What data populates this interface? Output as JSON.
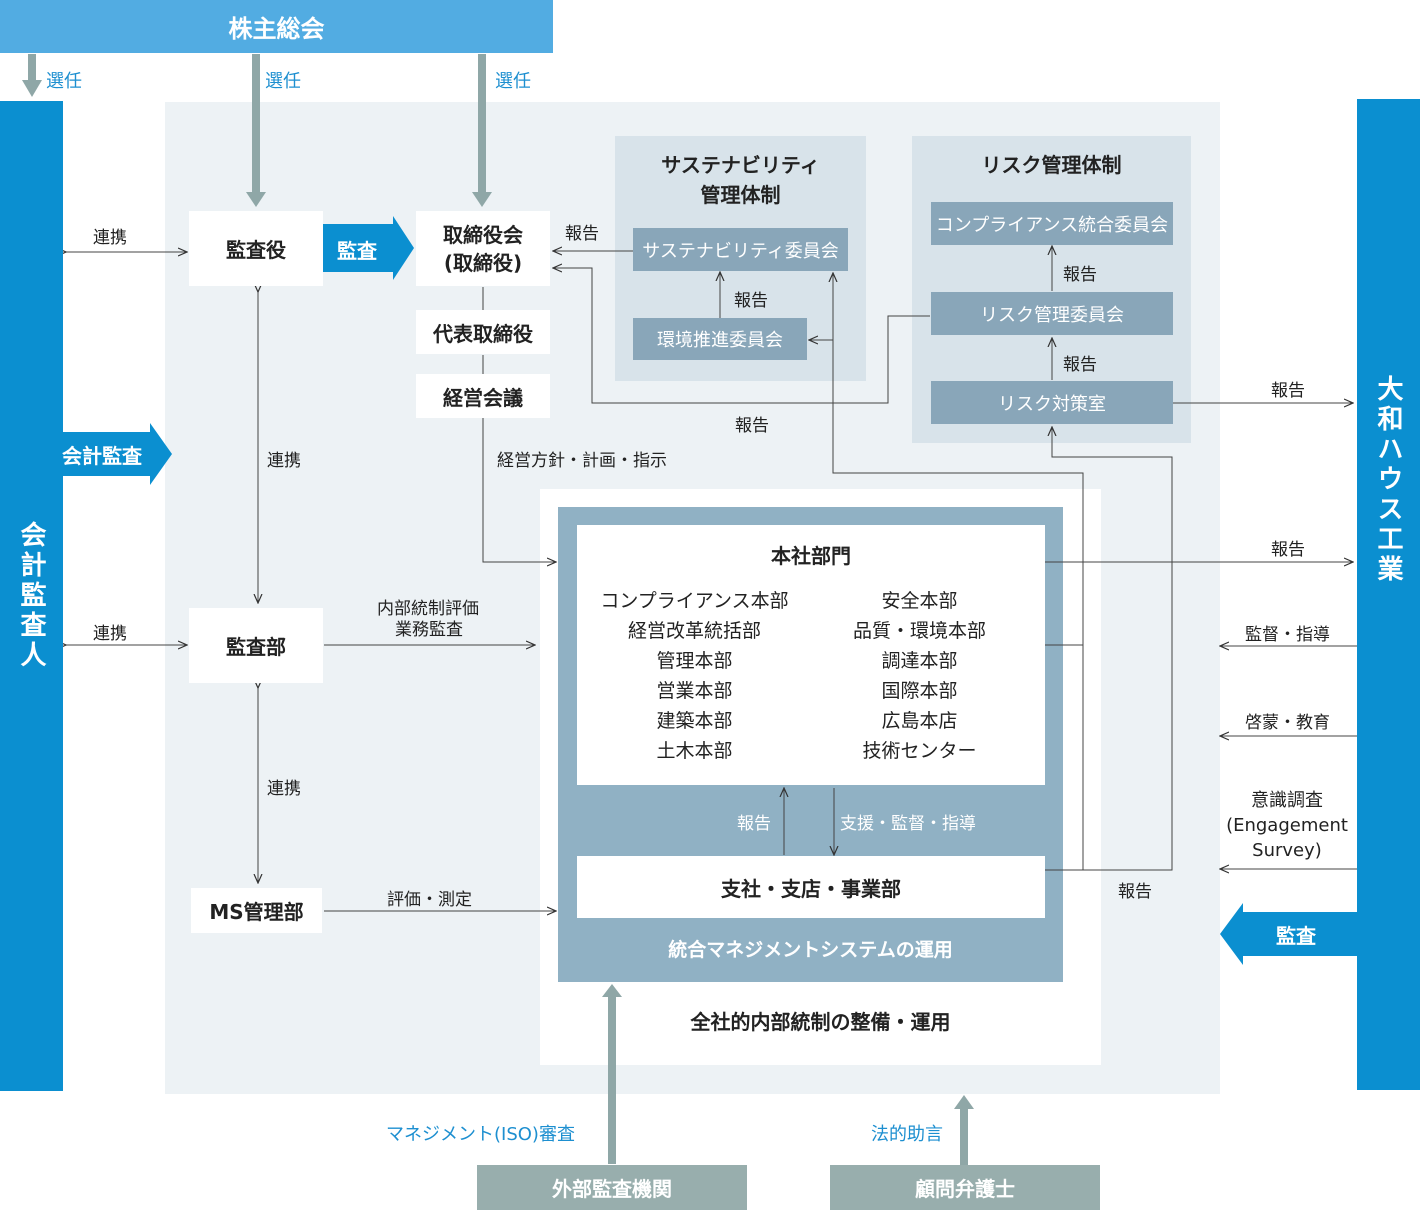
{
  "top": {
    "shareholders": "株主総会",
    "elect_label": "選任"
  },
  "left": {
    "auditor": "会計監査人",
    "accounting_audit": "会計監査"
  },
  "right": {
    "company": "大和ハウス工業",
    "audit": "監査",
    "report_1": "報告",
    "report_2": "報告",
    "supervise": "監督・指導",
    "educate": "啓蒙・教育",
    "survey_1": "意識調査",
    "survey_2": "(Engagement",
    "survey_3": "Survey)"
  },
  "governance": {
    "kansayaku": "監査役",
    "audit_arrow": "監査",
    "board_1": "取締役会",
    "board_2": "(取締役)",
    "representative": "代表取締役",
    "management_meeting": "経営会議",
    "policy_label": "経営方針・計画・指示",
    "kansabu": "監査部",
    "ms_dept": "MS管理部",
    "cooperation": "連携",
    "internal_control_1": "内部統制評価",
    "internal_control_2": "業務監査",
    "evaluation": "評価・測定",
    "report": "報告"
  },
  "sustainability": {
    "title_1": "サステナビリティ",
    "title_2": "管理体制",
    "committee": "サステナビリティ委員会",
    "environment_committee": "環境推進委員会",
    "report": "報告"
  },
  "risk": {
    "title": "リスク管理体制",
    "compliance_committee": "コンプライアンス統合委員会",
    "risk_committee": "リスク管理委員会",
    "risk_office": "リスク対策室",
    "report": "報告"
  },
  "operations": {
    "hq_title": "本社部門",
    "hq_left": [
      "コンプライアンス本部",
      "経営改革統括部",
      "管理本部",
      "営業本部",
      "建築本部",
      "土木本部"
    ],
    "hq_right": [
      "安全本部",
      "品質・環境本部",
      "調達本部",
      "国際本部",
      "広島本店",
      "技術センター"
    ],
    "report": "報告",
    "support": "支援・監督・指導",
    "branches": "支社・支店・事業部",
    "ims": "統合マネジメントシステムの運用",
    "internal_control": "全社的内部統制の整備・運用",
    "report_side": "報告"
  },
  "bottom": {
    "iso_review": "マネジメント(ISO)審査",
    "external_auditor": "外部監査機関",
    "legal_advice": "法的助言",
    "legal_advisor": "顧問弁護士"
  },
  "colors": {
    "band_blue": "#52ace2",
    "side_blue": "#0b8fd0",
    "panel": "#edf2f5",
    "subpanel": "#d8e3ea",
    "slate": "#89a6b9",
    "inner_frame": "#90b1c4",
    "gray": "#98aead",
    "connector_gray": "#8fa7a7"
  }
}
